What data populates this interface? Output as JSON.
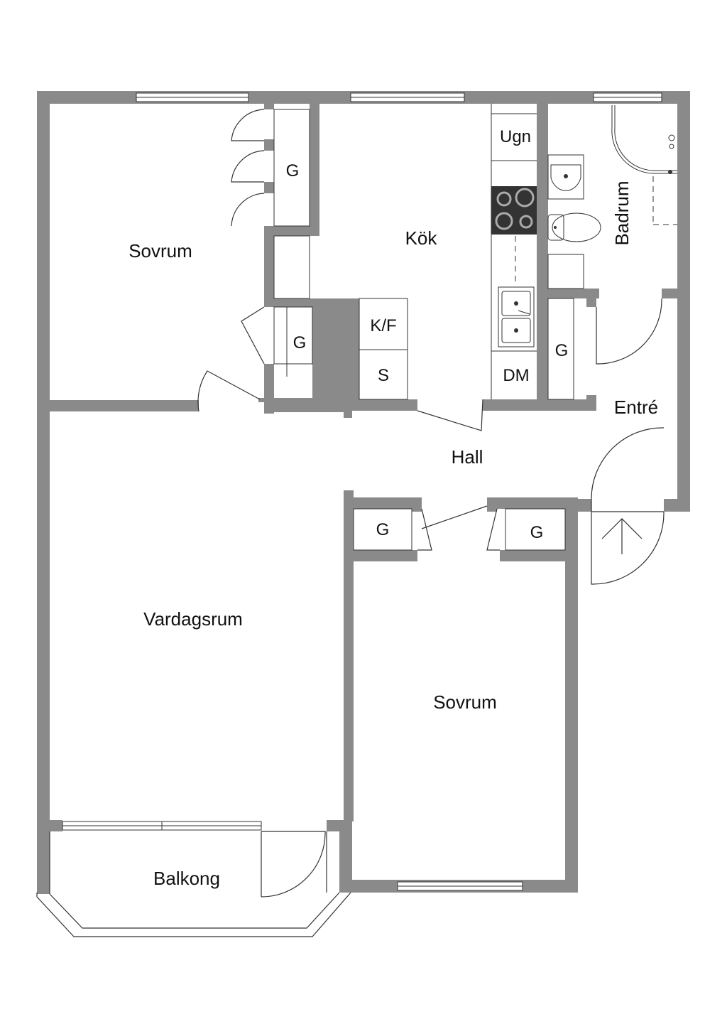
{
  "rooms": {
    "sovrum_top": "Sovrum",
    "kok": "Kök",
    "badrum": "Badrum",
    "entre": "Entré",
    "hall": "Hall",
    "vardagsrum": "Vardagsrum",
    "sovrum_bottom": "Sovrum",
    "balkong": "Balkong"
  },
  "fixtures": {
    "closet": "G",
    "oven": "Ugn",
    "fridge_freezer": "K/F",
    "storage": "S",
    "dishwasher": "DM"
  },
  "icons": {
    "entry": "arrow-up-icon",
    "stove": "stove-icon",
    "sink": "sink-icon",
    "toilet": "toilet-icon",
    "washbasin": "washbasin-icon",
    "shower": "shower-icon"
  }
}
